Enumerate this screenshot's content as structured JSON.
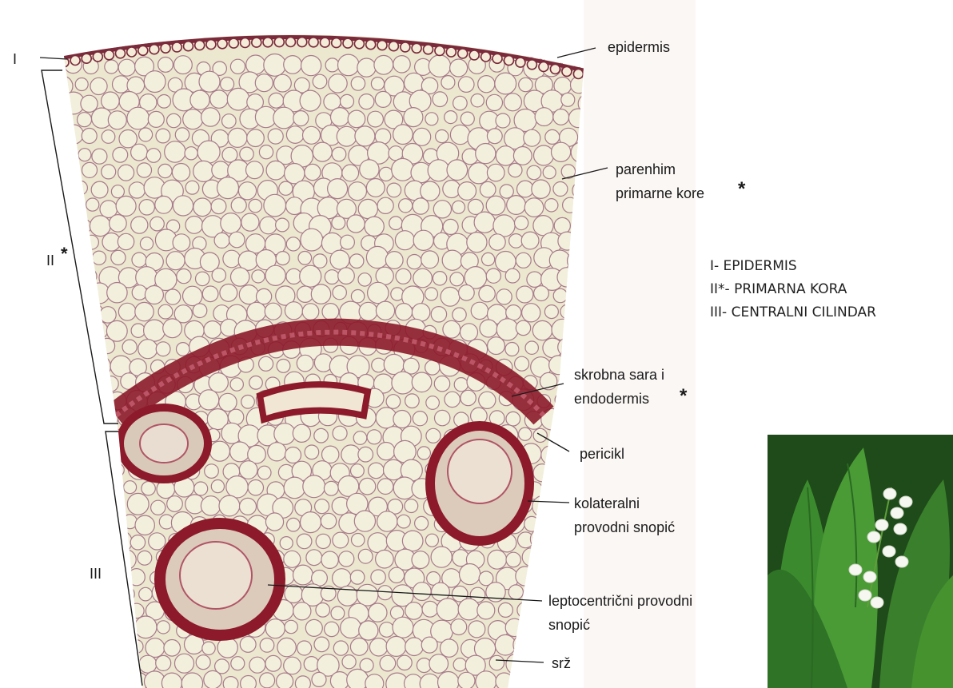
{
  "roman_labels": {
    "I": "I",
    "II": "II",
    "II_star": "*",
    "III": "III"
  },
  "callouts": {
    "epidermis": "epidermis",
    "parenhim_line1": "parenhim",
    "parenhim_line2": "primarne kore",
    "parenhim_star": "*",
    "skrobna_line1": "skrobna sara i",
    "skrobna_line2": "endodermis",
    "skrobna_star": "*",
    "pericikl": "pericikl",
    "kolateralni_line1": "kolateralni",
    "kolateralni_line2": "provodni snopić",
    "leptocentricni_line1": "leptocentrični provodni",
    "leptocentricni_line2": "snopić",
    "srz": "srž"
  },
  "legend": {
    "line1": "I- EPIDERMIS",
    "line2": "II*- PRIMARNA KORA",
    "line3": "III- CENTRALNI CILINDAR"
  },
  "colors": {
    "cell_fill": "#f2f0dc",
    "cell_wall": "#a87a8a",
    "sclerenchyma": "#8c1a2a",
    "epidermis": "#7a2a3a",
    "leaf_green": "#2f8a2a",
    "flower_white": "#f7f7f2"
  },
  "photo": {
    "subject": "lily-of-the-valley-plant"
  }
}
